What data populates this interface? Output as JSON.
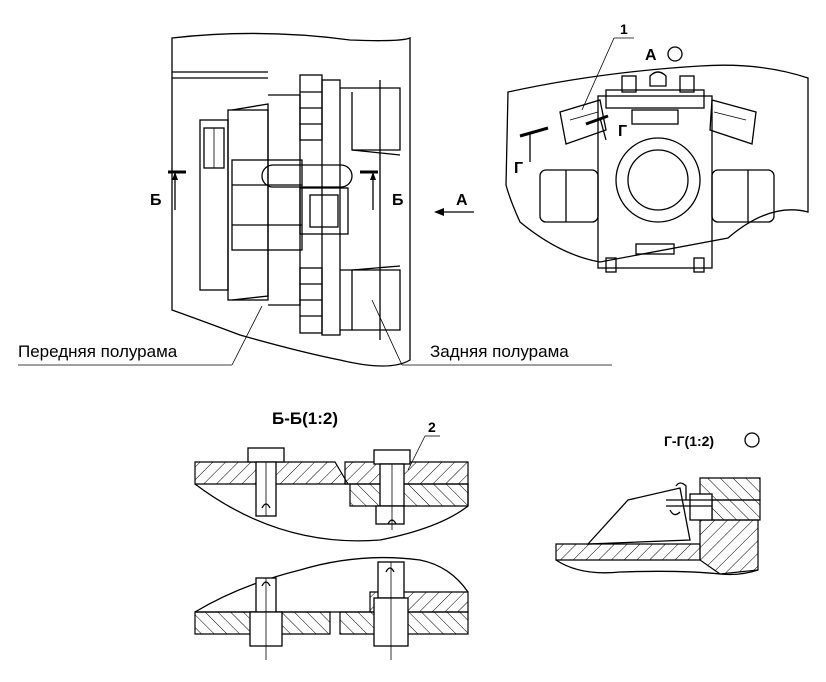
{
  "labels": {
    "front_half_frame": "Передняя полурама",
    "rear_half_frame": "Задняя полурама",
    "section_b_left": "Б",
    "section_b_right": "Б",
    "view_a_arrow": "А",
    "view_a_title": "А",
    "section_g_left": "Г",
    "section_g_right": "Г",
    "callout_1": "1",
    "callout_2": "2",
    "section_bb_title": "Б-Б(1:2)",
    "section_gg_title": "Г-Г(1:2)"
  },
  "icons": {
    "rotation_symbol": "rotated-view-circle-icon"
  }
}
